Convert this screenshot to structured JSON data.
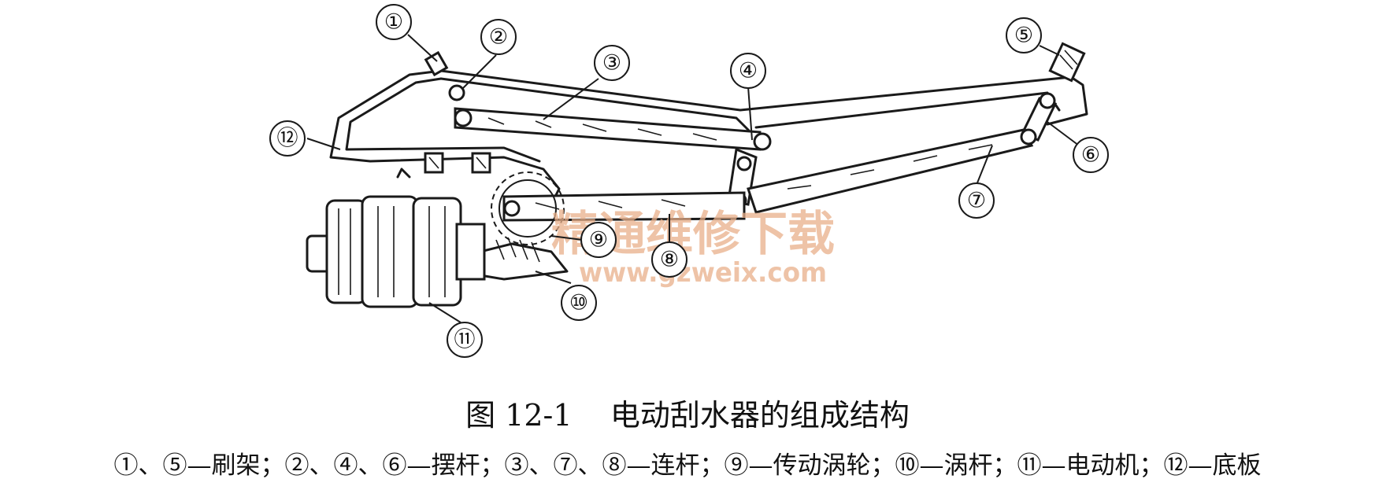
{
  "figure": {
    "callouts": [
      "①",
      "②",
      "③",
      "④",
      "⑤",
      "⑥",
      "⑦",
      "⑧",
      "⑨",
      "⑩",
      "⑪",
      "⑫"
    ],
    "watermark": {
      "main": "精通维修下载",
      "url": "www.gzweix.com"
    }
  },
  "caption": {
    "title": "图 12-1    电动刮水器的组成结构",
    "legend": "①、⑤—刷架；②、④、⑥—摆杆；③、⑦、⑧—连杆；⑨—传动涡轮；⑩—涡杆；⑪—电动机；⑫—底板"
  },
  "colors": {
    "line": "#1a1a1a",
    "watermark": "#e9b08a",
    "background": "#ffffff"
  }
}
